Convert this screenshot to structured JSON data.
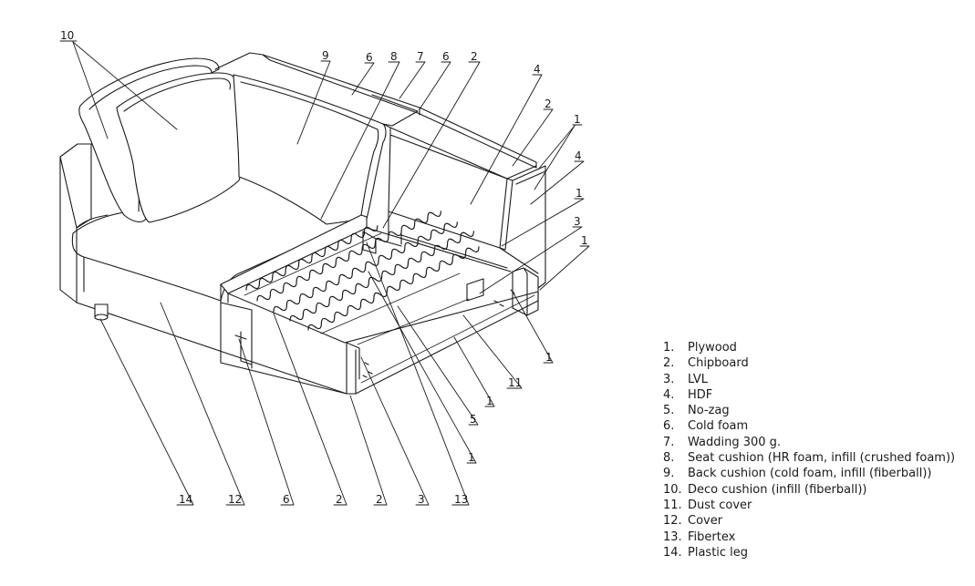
{
  "legend": [
    {
      "num": "1.",
      "text": "Plywood"
    },
    {
      "num": "2.",
      "text": "Chipboard"
    },
    {
      "num": "3.",
      "text": "LVL"
    },
    {
      "num": "4.",
      "text": "HDF"
    },
    {
      "num": "5.",
      "text": "No-zag"
    },
    {
      "num": "6.",
      "text": "Cold foam"
    },
    {
      "num": "7.",
      "text": "Wadding 300 g."
    },
    {
      "num": "8.",
      "text": "Seat cushion (HR foam, infill (crushed foam))"
    },
    {
      "num": "9.",
      "text": "Back cushion (cold foam, infill (fiberball))"
    },
    {
      "num": "10.",
      "text": "Deco cushion (infill (fiberball))"
    },
    {
      "num": "11.",
      "text": "Dust cover"
    },
    {
      "num": "12.",
      "text": "Cover"
    },
    {
      "num": "13.",
      "text": "Fibertex"
    },
    {
      "num": "14.",
      "text": "Plastic leg"
    }
  ],
  "callouts": {
    "c10": "10",
    "c9": "9",
    "c6a": "6",
    "c8": "8",
    "c7": "7",
    "c6b": "6",
    "c2a": "2",
    "c4a": "4",
    "c2b": "2",
    "c1a": "1",
    "c4b": "4",
    "c1b": "1",
    "c3a": "3",
    "c1c": "1",
    "c1d": "1",
    "c11": "11",
    "c1e": "1",
    "c5": "5",
    "c1f": "1",
    "c14": "14",
    "c12": "12",
    "c6c": "6",
    "c2c": "2",
    "c2d": "2",
    "c3b": "3",
    "c13": "13"
  }
}
